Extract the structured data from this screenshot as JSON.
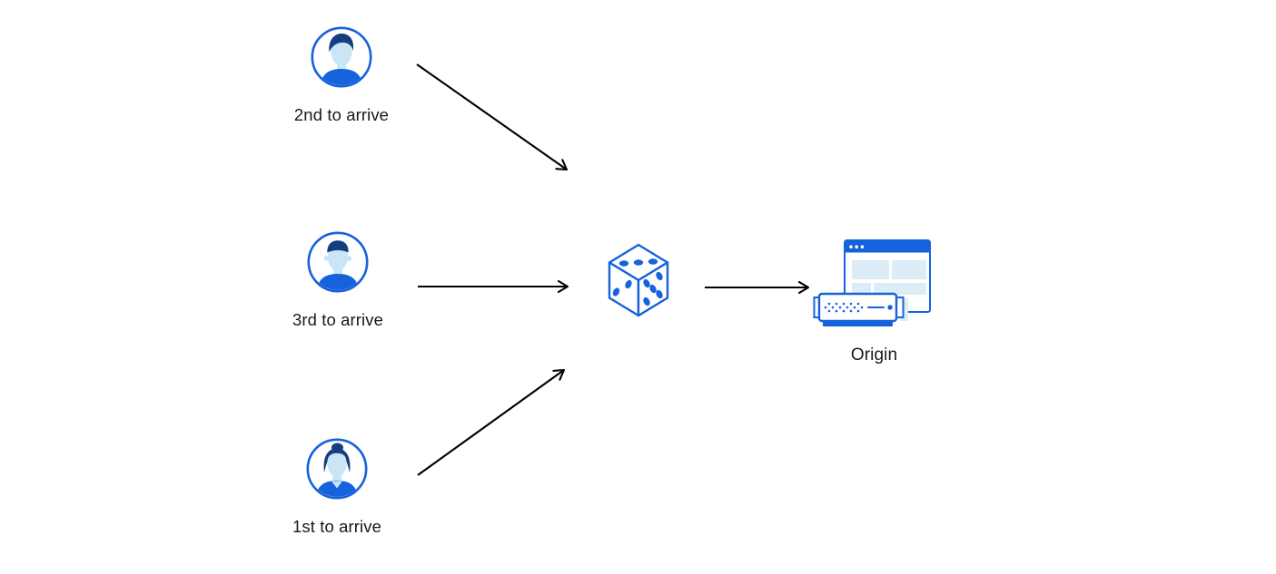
{
  "colors": {
    "primary_blue": "#1662DC",
    "dark_navy": "#143E7D",
    "skin_light_blue": "#C9E6F6",
    "panel_light_blue": "#DCEDF8",
    "arrow": "#000000",
    "label_text": "#17181A",
    "background": "#FFFFFF"
  },
  "nodes": {
    "user_top": {
      "label": "2nd to arrive",
      "icon": "male-user-avatar"
    },
    "user_middle": {
      "label": "3rd to arrive",
      "icon": "male-user-avatar"
    },
    "user_bottom": {
      "label": "1st to arrive",
      "icon": "female-user-avatar"
    },
    "dice": {
      "icon": "dice"
    },
    "origin": {
      "label": "Origin",
      "icon": "origin-server"
    }
  }
}
